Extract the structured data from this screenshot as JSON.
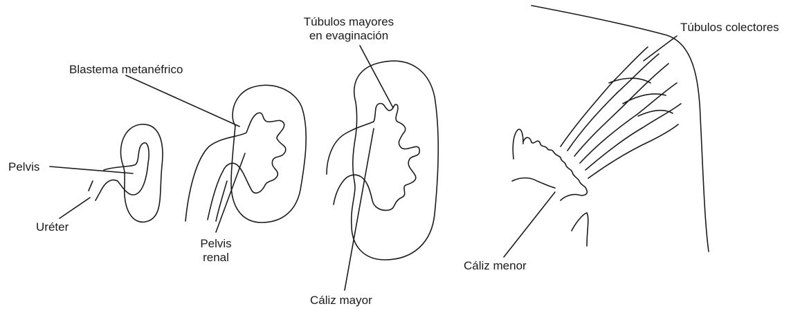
{
  "labels": {
    "pelvis": "Pelvis",
    "ureter": "Uréter",
    "blastema": "Blastema metanéfrico",
    "pelvis_renal_1": "Pelvis",
    "pelvis_renal_2": "renal",
    "tubulos_mayores_1": "Túbulos mayores",
    "tubulos_mayores_2": "en evaginación",
    "caliz_mayor": "Cáliz mayor",
    "tubulos_colectores": "Túbulos colectores",
    "caliz_menor": "Cáliz menor"
  }
}
